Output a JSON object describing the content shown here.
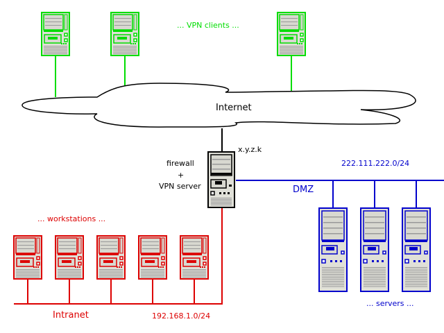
{
  "colors": {
    "clients": "#00dd00",
    "intranet": "#dd0000",
    "dmz": "#0000cc",
    "firewall": "#000000",
    "fill": "#e0e0d8"
  },
  "labels": {
    "vpn_clients": "... VPN clients ...",
    "internet": "Internet",
    "firewall_l1": "firewall",
    "firewall_l2": "+",
    "firewall_l3": "VPN server",
    "firewall_ip": "x.y.z.k",
    "dmz_net": "222.111.222.0/24",
    "dmz": "DMZ",
    "workstations": "... workstations ...",
    "intranet": "Intranet",
    "intranet_net": "192.168.1.0/24",
    "servers": "... servers ..."
  }
}
